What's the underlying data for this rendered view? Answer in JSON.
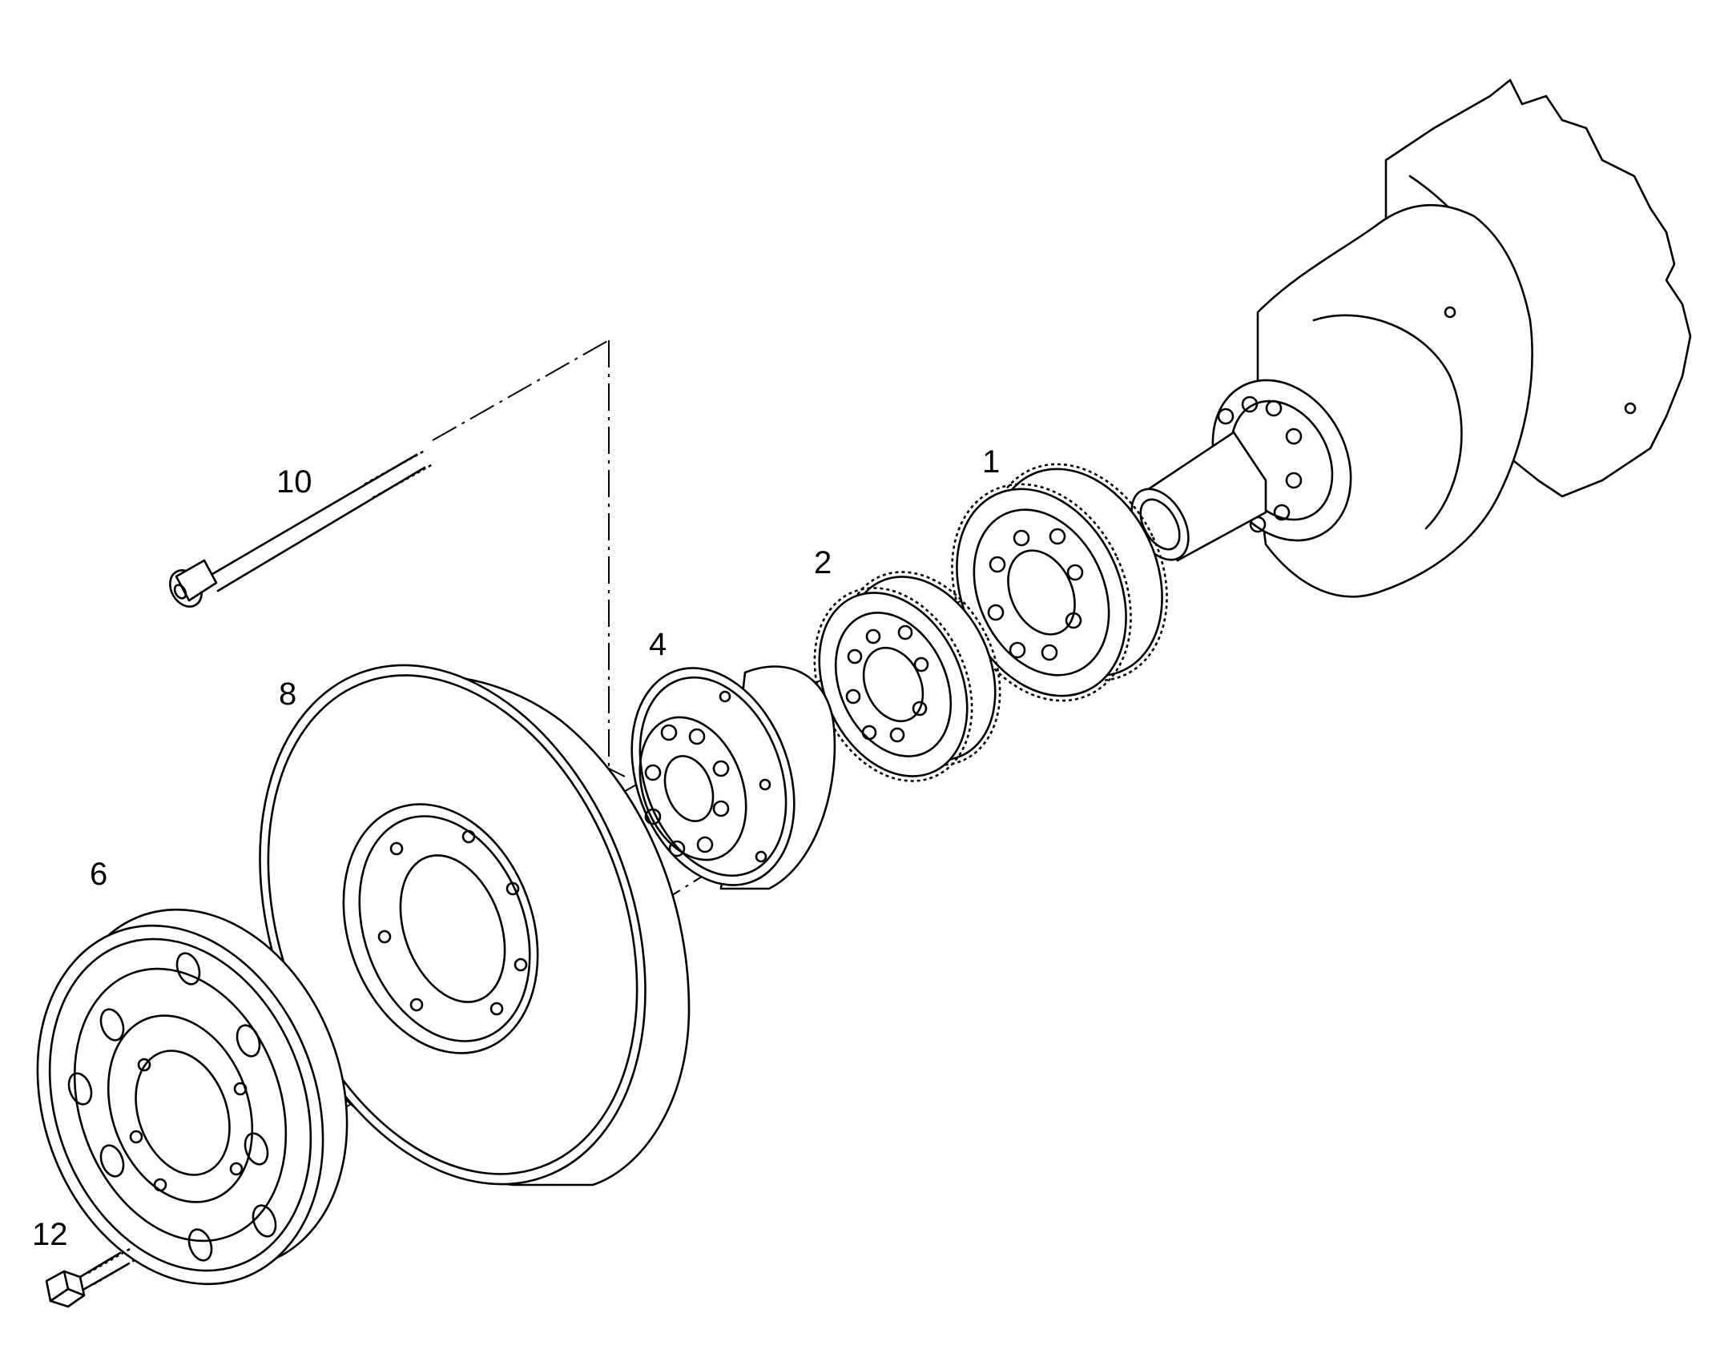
{
  "parts": [
    {
      "number": "1",
      "icon": "helical-gear-large-icon"
    },
    {
      "number": "2",
      "icon": "helical-gear-small-icon"
    },
    {
      "number": "4",
      "icon": "crankshaft-hub-icon"
    },
    {
      "number": "6",
      "icon": "pulley-icon"
    },
    {
      "number": "8",
      "icon": "vibration-damper-icon"
    },
    {
      "number": "10",
      "icon": "long-socket-bolt-icon"
    },
    {
      "number": "12",
      "icon": "hex-bolt-icon"
    }
  ],
  "colors": {
    "ink": "#000000",
    "paper": "#ffffff"
  }
}
